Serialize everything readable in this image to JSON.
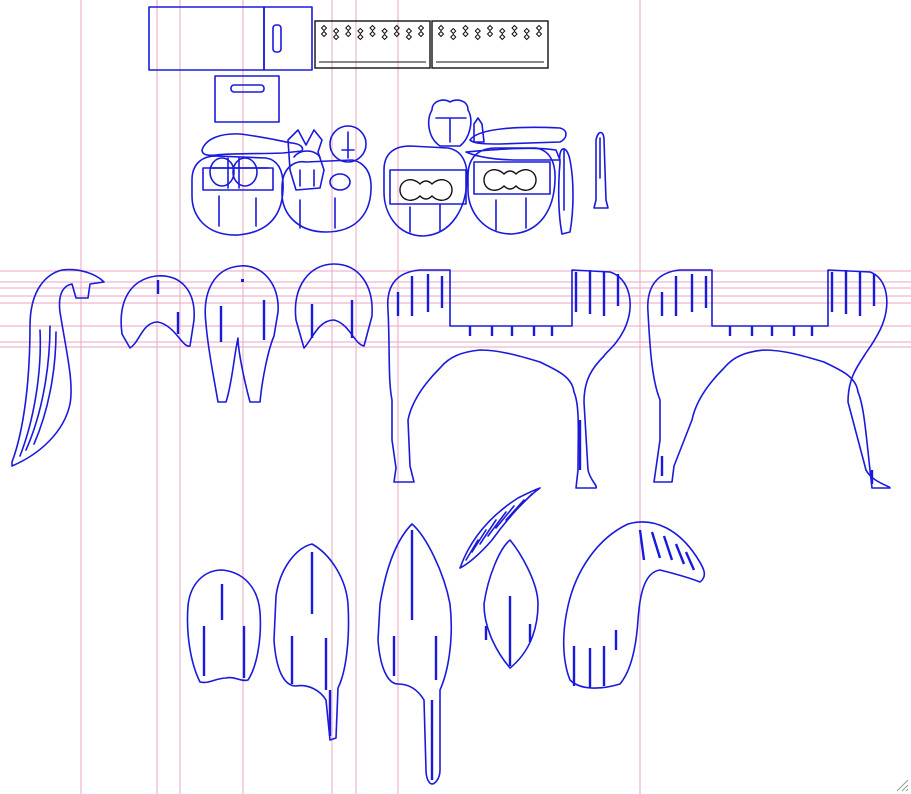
{
  "colors": {
    "background": "#ffffff",
    "guide": "#e8a6c6",
    "part": "#1a1adc",
    "block_outline": "#111111"
  },
  "canvas": {
    "view": "cad-drawing",
    "content": "horse-figure-cutout-parts",
    "parts": [
      "box-front-panel",
      "box-side-panel",
      "patterned-strip-left",
      "patterned-strip-right",
      "handle-panel",
      "saddle-bag-left",
      "saddle-bag-center",
      "face-medallion",
      "saddle-bag-goggles-left",
      "saddle-bag-goggles-right",
      "small-head-piece",
      "feather-arm",
      "tail",
      "neck-plate-small",
      "neck-plate-legged",
      "neck-plate-arched",
      "horse-body-left",
      "horse-body-right",
      "leg-piece-1",
      "leg-piece-2",
      "leg-piece-3",
      "leaf-feather",
      "leaf-piece",
      "horse-head-neck"
    ]
  },
  "icons": {
    "resize": "resize-grip-icon"
  }
}
